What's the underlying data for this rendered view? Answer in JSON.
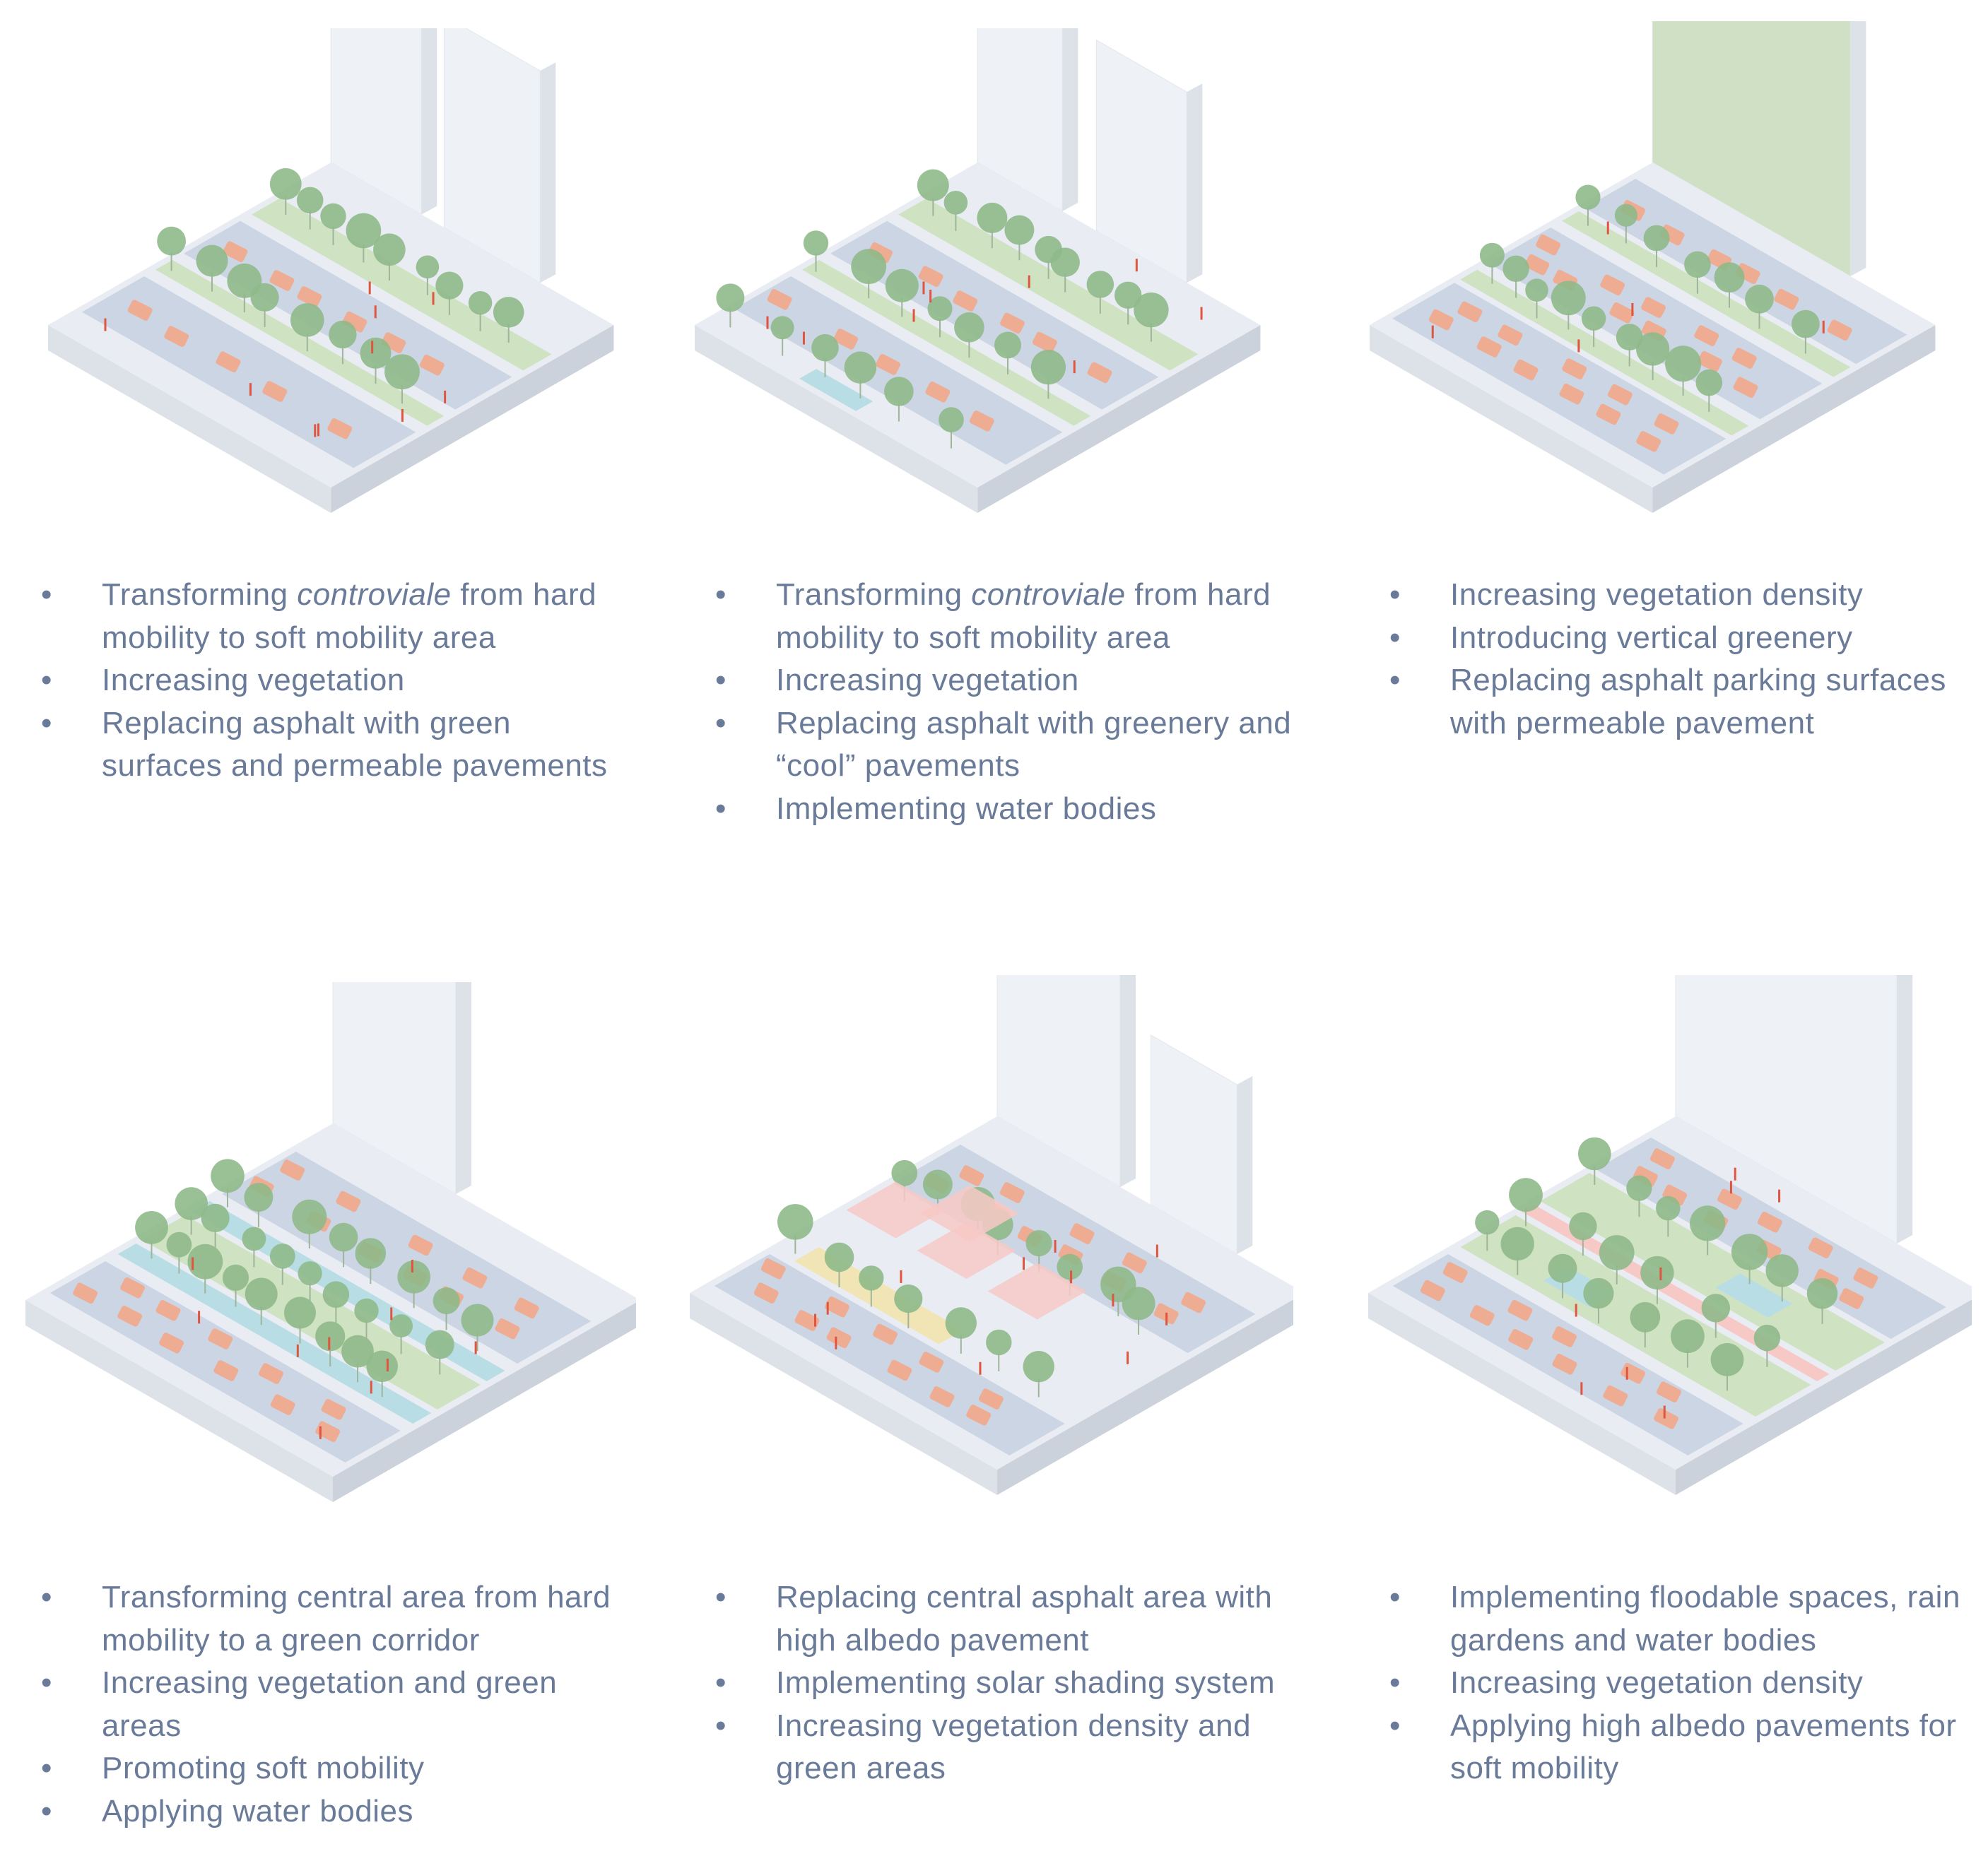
{
  "palette": {
    "ground_top": "#e9edf3",
    "ground_left": "#dde2e9",
    "ground_right": "#ccd2db",
    "wall": "#eef1f5",
    "wall_shade": "#dde2e8",
    "road": "#c9d2e2",
    "green": "#8fb98a",
    "green_light": "#cfe2c2",
    "car": "#f3a585",
    "water": "#b9dde5",
    "canopy": "#f7c9c6",
    "yellow": "#f2e2a6",
    "people": "#e0553f"
  },
  "panels": [
    {
      "scene": "scene-1",
      "bullets": [
        {
          "parts": [
            {
              "t": "Transforming "
            },
            {
              "t": "controviale",
              "i": true
            },
            {
              "t": " from hard mobility to soft mobility area"
            }
          ]
        },
        {
          "parts": [
            {
              "t": "Increasing vegetation"
            }
          ]
        },
        {
          "parts": [
            {
              "t": "Replacing asphalt with green surfaces and permeable pavements"
            }
          ]
        }
      ]
    },
    {
      "scene": "scene-2",
      "bullets": [
        {
          "parts": [
            {
              "t": "Transforming "
            },
            {
              "t": "controviale",
              "i": true
            },
            {
              "t": " from hard mobility to soft mobility area"
            }
          ]
        },
        {
          "parts": [
            {
              "t": "Increasing vegetation"
            }
          ]
        },
        {
          "parts": [
            {
              "t": "Replacing asphalt with greenery and “cool” pavements"
            }
          ]
        },
        {
          "parts": [
            {
              "t": "Implementing water bodies"
            }
          ]
        }
      ]
    },
    {
      "scene": "scene-3",
      "bullets": [
        {
          "parts": [
            {
              "t": "Increasing vegetation density"
            }
          ]
        },
        {
          "parts": [
            {
              "t": "Introducing vertical greenery"
            }
          ]
        },
        {
          "parts": [
            {
              "t": "Replacing asphalt parking surfaces with permeable pavement"
            }
          ]
        }
      ]
    },
    {
      "scene": "scene-4",
      "bullets": [
        {
          "parts": [
            {
              "t": "Transforming central area from hard mobility to a green corridor"
            }
          ]
        },
        {
          "parts": [
            {
              "t": "Increasing vegetation and green areas"
            }
          ]
        },
        {
          "parts": [
            {
              "t": "Promoting soft mobility"
            }
          ]
        },
        {
          "parts": [
            {
              "t": "Applying water bodies"
            }
          ]
        }
      ]
    },
    {
      "scene": "scene-5",
      "bullets": [
        {
          "parts": [
            {
              "t": "Replacing central asphalt area with high albedo pavement"
            }
          ]
        },
        {
          "parts": [
            {
              "t": "Implementing solar shading system"
            }
          ]
        },
        {
          "parts": [
            {
              "t": "Increasing vegetation density and green areas"
            }
          ]
        }
      ]
    },
    {
      "scene": "scene-6",
      "bullets": [
        {
          "parts": [
            {
              "t": "Implementing floodable spaces, rain gardens and water bodies"
            }
          ]
        },
        {
          "parts": [
            {
              "t": "Increasing vegetation density"
            }
          ]
        },
        {
          "parts": [
            {
              "t": "Applying high albedo pavements for soft mobility"
            }
          ]
        }
      ]
    }
  ]
}
